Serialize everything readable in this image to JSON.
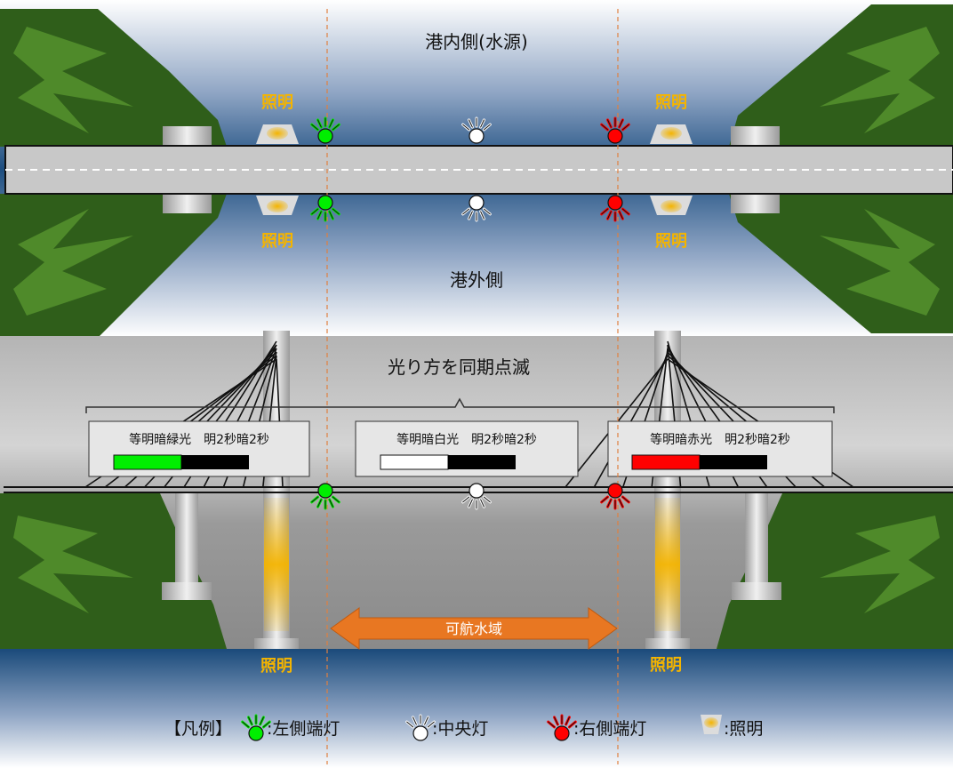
{
  "top_view": {
    "upstream_label": "港内側(水源)",
    "downstream_label": "港外側",
    "lighting_label": "照明"
  },
  "elevation": {
    "sync_label": "光り方を同期点滅",
    "lights": [
      {
        "pattern": "等明暗緑光　明2秒暗2秒",
        "color": "#00ee00"
      },
      {
        "pattern": "等明暗白光　明2秒暗2秒",
        "color": "#ffffff"
      },
      {
        "pattern": "等明暗赤光　明2秒暗2秒",
        "color": "#ff0000"
      }
    ],
    "navigable_label": "可航水域",
    "lighting_label": "照明"
  },
  "legend": {
    "title": "【凡例】",
    "left": ":左側端灯",
    "center": ":中央灯",
    "right": ":右側端灯",
    "lighting": ":照明"
  },
  "colors": {
    "green_light": "#00ee00",
    "white_light": "#ffffff",
    "red_light": "#ff0000",
    "lighting": "#f4b400",
    "guide_line": "#e08040",
    "nav_arrow": "#e87722",
    "foliage": "#2f5e1a",
    "water": "#1a4a7a"
  }
}
